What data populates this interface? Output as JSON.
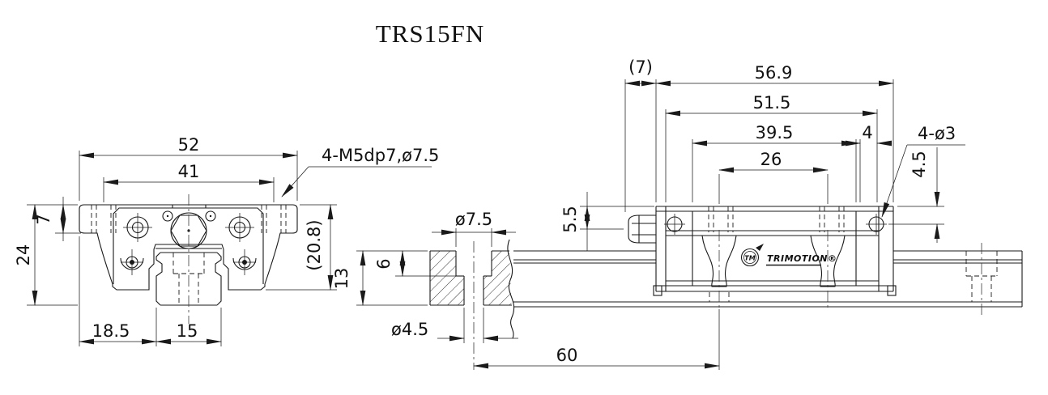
{
  "title": "TRS15FN",
  "views": {
    "front": {
      "dims": {
        "width": "52",
        "hole_span": "41",
        "flange_thickness": "7",
        "height": "24",
        "block_height": "(20.8)",
        "edge_to_rail": "18.5",
        "rail_width": "15"
      },
      "note": "4-M5dp7,ø7.5"
    },
    "rail_section": {
      "dims": {
        "counterbore_dia": "ø7.5",
        "counterbore_depth": "6",
        "rail_height": "13",
        "through_hole_dia": "ø4.5",
        "hole_pitch": "60"
      }
    },
    "side": {
      "dims": {
        "nipple_protrusion": "(7)",
        "total_length": "56.9",
        "length_with_caps": "51.5",
        "body_length": "39.5",
        "end_offset": "4",
        "grease_port_spacing": "26",
        "side_holes": "4-ø3",
        "side_hole_offset": "4.5",
        "nipple_center_height": "5.5"
      },
      "logo": {
        "emblem": "TM",
        "brand": "TRIMOTION®"
      }
    }
  }
}
